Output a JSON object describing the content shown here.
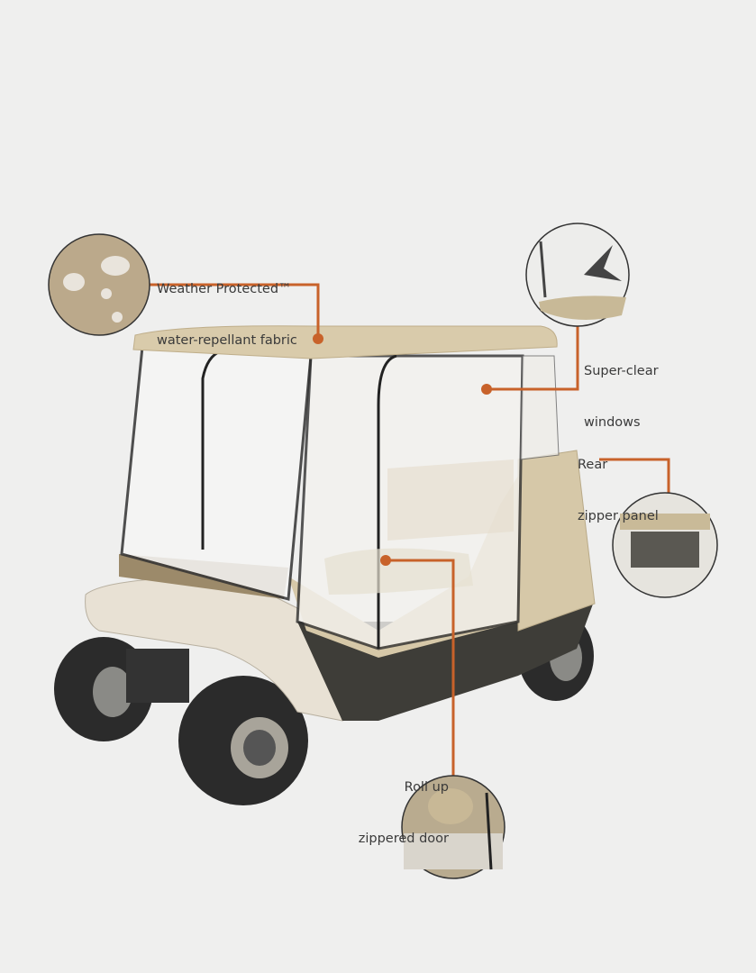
{
  "callouts": [
    {
      "line1": "Weather Protected™",
      "line2": "water-repellant fabric"
    },
    {
      "line1": "Super-clear",
      "line2": "windows"
    },
    {
      "line1": "Rear",
      "line2": "zipper panel"
    },
    {
      "line1": "Roll up",
      "line2": "zippered door"
    }
  ],
  "colors": {
    "accent": "#c8622a",
    "background": "#efefee",
    "fabric": "#d6c8a8",
    "dark_panel": "#3e3d38"
  }
}
